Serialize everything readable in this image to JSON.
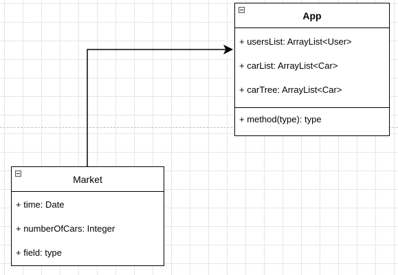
{
  "classes": {
    "app": {
      "name": "App",
      "attributes": [
        "+ usersList: ArrayList<User>",
        "+ carList: ArrayList<Car>",
        "+ carTree: ArrayList<Car>"
      ],
      "methods": [
        "+ method(type): type"
      ]
    },
    "market": {
      "name": "Market",
      "attributes": [
        "+ time: Date",
        "+ numberOfCars: Integer",
        "+ field: type"
      ]
    }
  },
  "icons": {
    "collapse": "collapse-icon",
    "arrow": "arrowhead-icon"
  },
  "colors": {
    "grid": "#e6e6e6",
    "line": "#000000",
    "page_break": "#bdbdbd"
  }
}
